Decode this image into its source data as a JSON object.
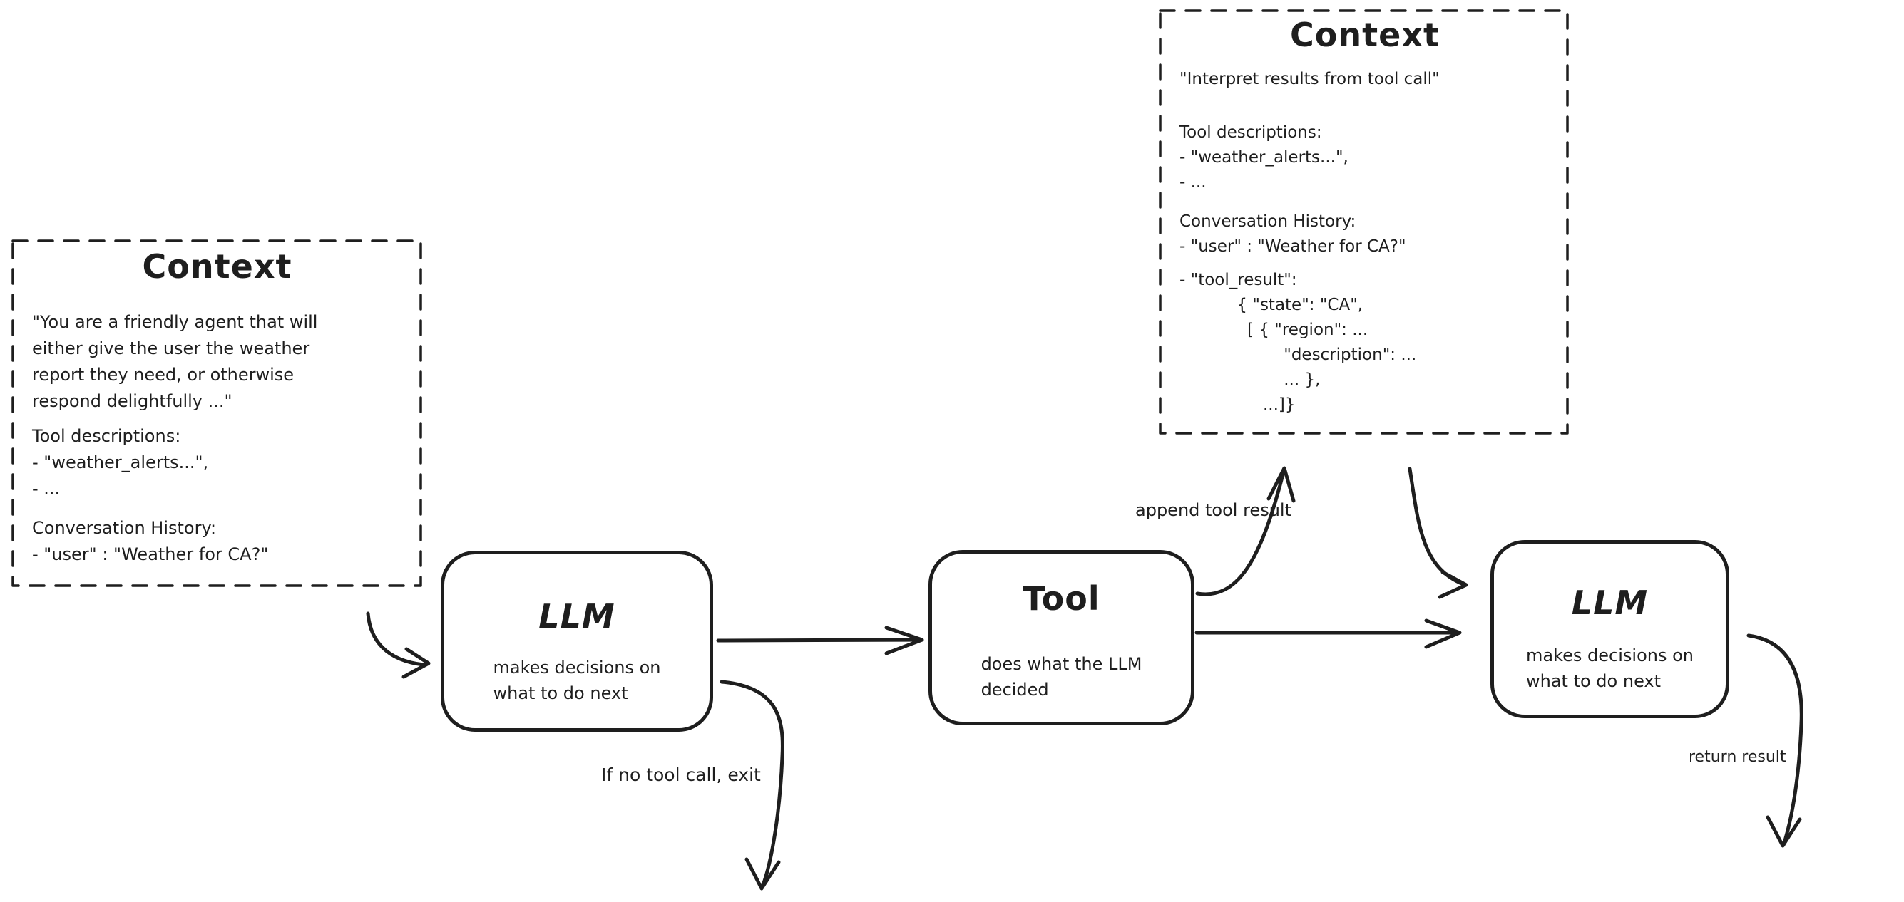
{
  "colors": {
    "stroke": "#1e1e1e",
    "background": "#ffffff"
  },
  "context_left": {
    "title": "Context",
    "system_prompt": "\"You are a friendly agent that will\neither give the user the weather\nreport they need, or otherwise\nrespond delightfully ...\"",
    "tool_descriptions": "Tool descriptions:\n- \"weather_alerts...\",\n- ...",
    "conversation_history": "Conversation History:\n- \"user\" : \"Weather for CA?\""
  },
  "context_right": {
    "title": "Context",
    "instruction": "\"Interpret results from tool call\"",
    "tool_descriptions": "Tool descriptions:\n- \"weather_alerts...\",\n- ...",
    "conversation_history": "Conversation History:\n- \"user\" : \"Weather for CA?\"",
    "tool_result": "- \"tool_result\":\n           { \"state\": \"CA\",\n             [ { \"region\": ...\n                    \"description\": ...\n                    ... },\n                ...]}"
  },
  "nodes": {
    "llm1": {
      "title": "LLM",
      "subtitle": "makes decisions on\nwhat to do next"
    },
    "tool": {
      "title": "Tool",
      "subtitle": "does what the LLM\ndecided"
    },
    "llm2": {
      "title": "LLM",
      "subtitle": "makes decisions on\nwhat to do next"
    }
  },
  "edge_labels": {
    "append_tool_result": "append tool result",
    "no_tool_call_exit": "If no tool call, exit",
    "return_result": "return result"
  }
}
